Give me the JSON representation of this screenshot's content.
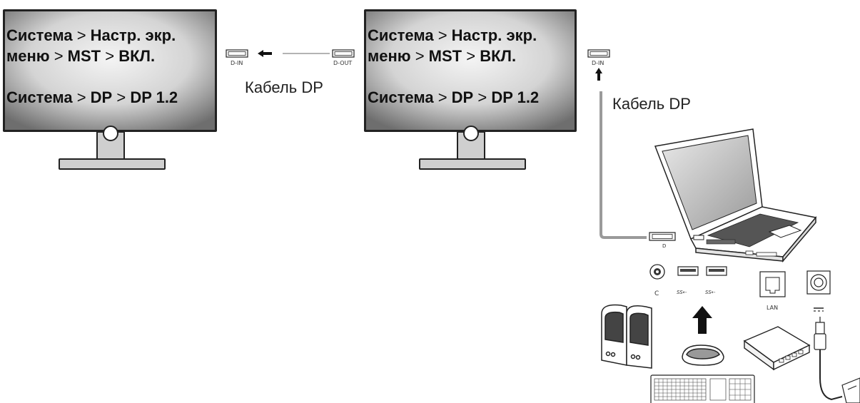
{
  "monitor1": {
    "line1": {
      "a": "Система",
      "sep": " > ",
      "b": "Настр. экр."
    },
    "line2": {
      "a": "меню",
      "sep1": " > ",
      "b": "MST",
      "sep2": " > ",
      "c": "ВКЛ."
    },
    "line3": {
      "a": "Система",
      "sep1": " > ",
      "b": "DP",
      "sep2": " > ",
      "c": "DP 1.2"
    }
  },
  "monitor2": {
    "line1": {
      "a": "Система",
      "sep": " > ",
      "b": "Настр. экр."
    },
    "line2": {
      "a": "меню",
      "sep1": " > ",
      "b": "MST",
      "sep2": " > ",
      "c": "ВКЛ."
    },
    "line3": {
      "a": "Система",
      "sep1": " > ",
      "b": "DP",
      "sep2": " > ",
      "c": "DP 1.2"
    }
  },
  "ports": {
    "dp_in_1": "D-IN",
    "dp_out": "D-OUT",
    "dp_in_2": "D-IN",
    "lan": "LAN"
  },
  "cables": {
    "label_1": "Кабель DP",
    "label_2": "Кабель DP"
  },
  "icons": [
    "dp-port-icon",
    "arrow-left-icon",
    "arrow-up-icon",
    "laptop-icon",
    "usb-port-icon",
    "audio-jack-icon",
    "lan-port-icon",
    "dc-power-icon",
    "speakers-icon",
    "mouse-icon",
    "keyboard-icon",
    "router-icon",
    "power-plug-icon"
  ],
  "colors": {
    "screen_bg_light": "#f2f2f2",
    "screen_bg_dark": "#7a7a7a",
    "bezel": "#222222",
    "stand": "#cfcfcf",
    "cable": "#9a9a9a"
  }
}
